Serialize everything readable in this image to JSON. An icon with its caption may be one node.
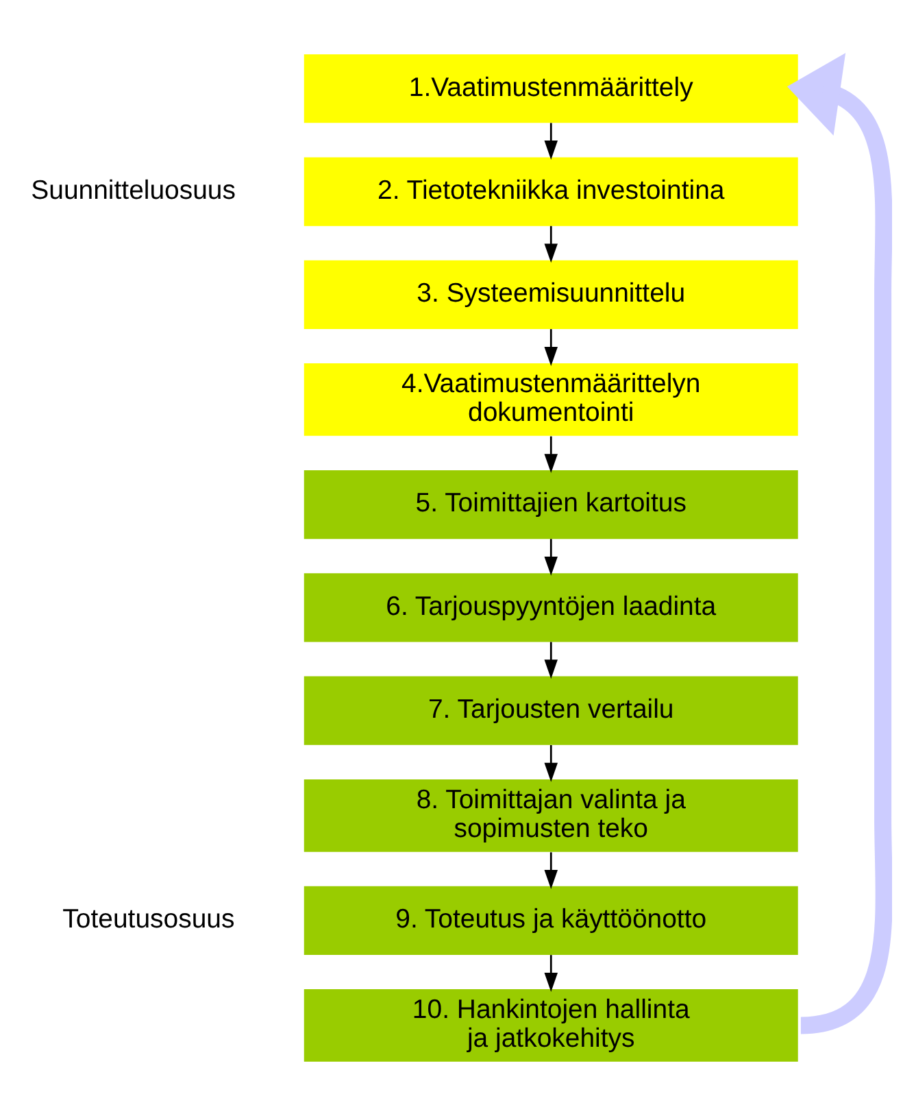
{
  "diagram": {
    "nodes": [
      {
        "text": [
          "1.Vaatimustenmäärittely"
        ]
      },
      {
        "text": [
          "2. Tietotekniikka investointina"
        ]
      },
      {
        "text": [
          "3. Systeemisuunnittelu"
        ]
      },
      {
        "text": [
          "4.Vaatimustenmäärittelyn dokumentointi"
        ]
      },
      {
        "text": [
          "5. Toimittajien kartoitus"
        ]
      },
      {
        "text": [
          "6. Tarjouspyyntöjen laadinta"
        ]
      },
      {
        "text": [
          "7. Tarjousten vertailu"
        ]
      },
      {
        "text": [
          "8. Toimittajan valinta ja sopimusten teko"
        ]
      },
      {
        "text": [
          "9. Toteutus ja käyttöönotto"
        ]
      },
      {
        "text": [
          "10. Hankintojen hallinta ja jatkokehitys"
        ]
      }
    ],
    "edges": [
      {
        "from": 0,
        "to": 1,
        "arrow": "to"
      },
      {
        "from": 1,
        "to": 2,
        "arrow": "to"
      },
      {
        "from": 2,
        "to": 3,
        "arrow": "to"
      },
      {
        "from": 3,
        "to": 4,
        "arrow": "to"
      },
      {
        "from": 4,
        "to": 5,
        "arrow": "to"
      },
      {
        "from": 5,
        "to": 6,
        "arrow": "to"
      },
      {
        "from": 6,
        "to": 7,
        "arrow": "to"
      },
      {
        "from": 7,
        "to": 8,
        "arrow": "to"
      },
      {
        "from": 8,
        "to": 9,
        "arrow": "to"
      },
      {
        "from": 9,
        "to": 0,
        "arrow": "to",
        "style": "thick",
        "color": "#ccccff"
      }
    ],
    "labels": [
      "Suunnitteluosuus",
      "Toteutusosuus"
    ]
  }
}
